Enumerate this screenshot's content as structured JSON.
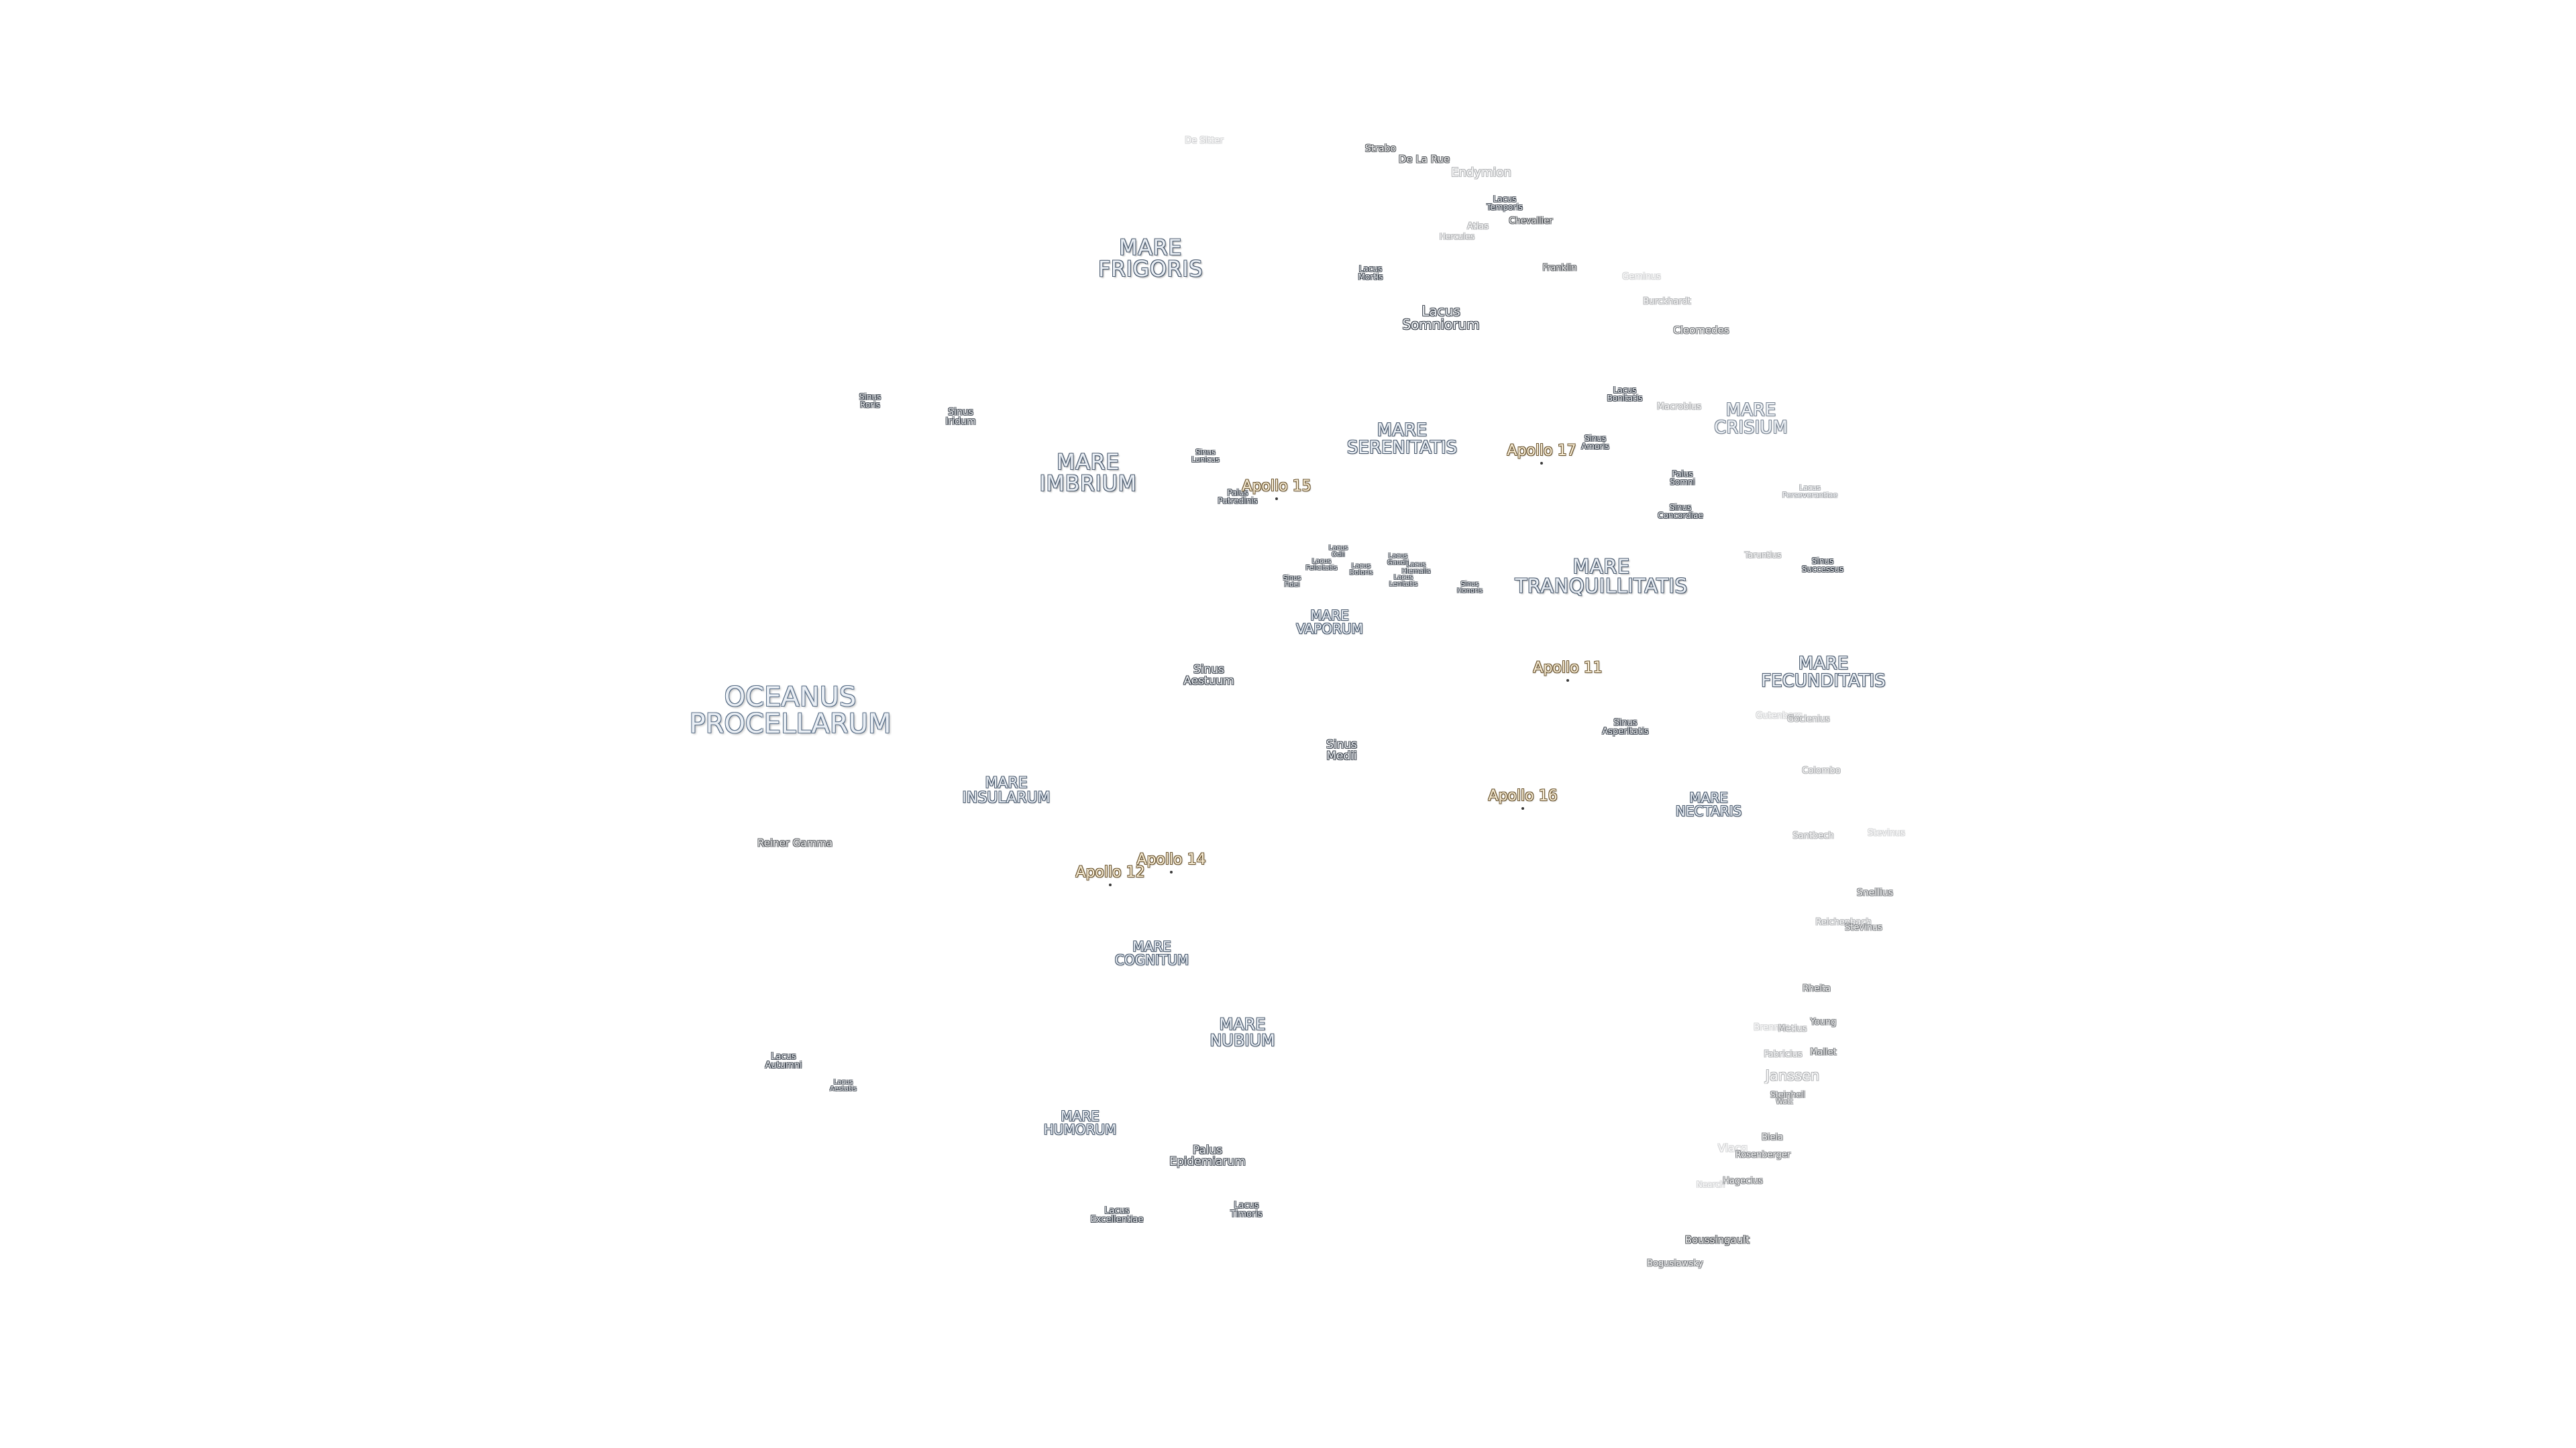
{
  "colors": {
    "background": "#ffffff",
    "label_fill": "#e9eef4",
    "label_outline": "#4a5a6e",
    "apollo_fill": "#f7ecd4",
    "apollo_outline": "#6b5530"
  },
  "oceanus": {
    "line1": "OCEANUS",
    "line2": "PROCELLARUM"
  },
  "maria": {
    "frigoris": {
      "line1": "MARE",
      "line2": "FRIGORIS"
    },
    "imbrium": {
      "line1": "MARE",
      "line2": "IMBRIUM"
    },
    "serenitatis": {
      "line1": "MARE",
      "line2": "SERENITATIS"
    },
    "crisium": {
      "line1": "MARE",
      "line2": "CRISIUM"
    },
    "tranquillitatis": {
      "line1": "MARE",
      "line2": "TRANQUILLITATIS"
    },
    "fecunditatis": {
      "line1": "MARE",
      "line2": "FECUNDITATIS"
    },
    "vaporum": {
      "line1": "MARE",
      "line2": "VAPORUM"
    },
    "insularum": {
      "line1": "MARE",
      "line2": "INSULARUM"
    },
    "nectaris": {
      "line1": "MARE",
      "line2": "NECTARIS"
    },
    "cognitum": {
      "line1": "MARE",
      "line2": "COGNITUM"
    },
    "nubium": {
      "line1": "MARE",
      "line2": "NUBIUM"
    },
    "humorum": {
      "line1": "MARE",
      "line2": "HUMORUM"
    }
  },
  "features": {
    "lacus_somniorum": {
      "line1": "Lacus",
      "line2": "Somniorum"
    },
    "sinus_aestuum": {
      "line1": "Sinus",
      "line2": "Aestuum"
    },
    "sinus_medii": {
      "line1": "Sinus",
      "line2": "Medii"
    },
    "palus_epidemiarum": {
      "line1": "Palus",
      "line2": "Epidemiarum"
    },
    "lacus_mortis": {
      "line1": "Lacus",
      "line2": "Mortis"
    },
    "sinus_roris": {
      "line1": "Sinus",
      "line2": "Roris"
    },
    "sinus_iridum": {
      "line1": "Sinus",
      "line2": "Iridum"
    },
    "sinus_lunicus": {
      "line1": "Sinus",
      "line2": "Lunicus"
    },
    "palus_putredinis": {
      "line1": "Palus",
      "line2": "Putredinis"
    },
    "lacus_temporis": {
      "line1": "Lacus",
      "line2": "Temporis"
    },
    "lacus_bonitatis": {
      "line1": "Lacus",
      "line2": "Bonitatis"
    },
    "sinus_amoris": {
      "line1": "Sinus",
      "line2": "Amoris"
    },
    "palus_somni": {
      "line1": "Palus",
      "line2": "Somni"
    },
    "sinus_concordiae": {
      "line1": "Sinus",
      "line2": "Concordiae"
    },
    "lacus_perseverantiae": {
      "line1": "Lacus",
      "line2": "Perseverantiae"
    },
    "sinus_successus": {
      "line1": "Sinus",
      "line2": "Successus"
    },
    "sinus_asperitatis": {
      "line1": "Sinus",
      "line2": "Asperitatis"
    },
    "lacus_odii": {
      "line1": "Lacus",
      "line2": "Odii"
    },
    "lacus_felicitatis": {
      "line1": "Lacus",
      "line2": "Felicitatis"
    },
    "lacus_doloris": {
      "line1": "Lacus",
      "line2": "Doloris"
    },
    "sinus_fidei": {
      "line1": "Sinus",
      "line2": "Fidei"
    },
    "lacus_gaudii": {
      "line1": "Lacus",
      "line2": "Gaudii"
    },
    "lacus_hiemalis": {
      "line1": "Lacus",
      "line2": "Hiemalis"
    },
    "lacus_lenitatis": {
      "line1": "Lacus",
      "line2": "Lenitatis"
    },
    "sinus_honoris": {
      "line1": "Sinus",
      "line2": "Honoris"
    },
    "lacus_autumni": {
      "line1": "Lacus",
      "line2": "Autumni"
    },
    "lacus_aestatis": {
      "line1": "Lacus",
      "line2": "Aestatis"
    },
    "lacus_excellentiae": {
      "line1": "Lacus",
      "line2": "Excellentiae"
    },
    "lacus_timoris": {
      "line1": "Lacus",
      "line2": "Timoris"
    }
  },
  "craters": {
    "strabo": "Strabo",
    "de_la_rue": "De La Rue",
    "endymion": "Endymion",
    "de_sitter": "De Sitter",
    "chevallier": "Chevallier",
    "atlas": "Atlas",
    "hercules": "Hercules",
    "franklin": "Franklin",
    "geminus": "Geminus",
    "burckhardt": "Burckhardt",
    "cleomedes": "Cleomedes",
    "macrobius": "Macrobius",
    "taruntius": "Taruntius",
    "gutenberg": "Gutenberg",
    "goclenius": "Goclenius",
    "colombo": "Colombo",
    "santbech": "Santbech",
    "stevinus_faint": "Stevinus",
    "snellius": "Snellius",
    "reichenbach": "Reichenbach",
    "stevinus": "Stevinus",
    "rheita": "Rheita",
    "metius": "Metius",
    "young": "Young",
    "brenner": "Brenner",
    "fabricius": "Fabricius",
    "mallet": "Mallet",
    "janssen": "Janssen",
    "steinheil": "Steinheil",
    "watt": "Watt",
    "biela": "Biela",
    "vlacq": "Vlacq",
    "rosenberger": "Rosenberger",
    "hagecius": "Hagecius",
    "nearch": "Nearch",
    "boussingault": "Boussingault",
    "boguslawsky": "Boguslawsky",
    "reiner_gamma": "Reiner Gamma"
  },
  "apollo": {
    "a11": "Apollo 11",
    "a12": "Apollo 12",
    "a14": "Apollo 14",
    "a15": "Apollo 15",
    "a16": "Apollo 16",
    "a17": "Apollo 17"
  }
}
